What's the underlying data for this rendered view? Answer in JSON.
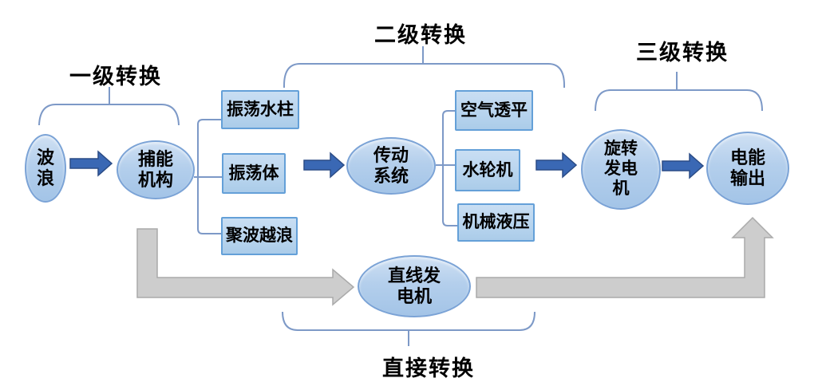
{
  "diagram": {
    "title": "wave-energy-conversion-flowchart",
    "stage_labels": {
      "stage1": "一级转换",
      "stage2": "二级转换",
      "stage3": "三级转换",
      "direct": "直接转换"
    },
    "nodes": {
      "wave": "波\n浪",
      "capture": "捕能\n机构",
      "owc": "振荡水柱",
      "oscillating_body": "振荡体",
      "overtopping": "聚波越浪",
      "transmission": "传动\n系统",
      "air_turbine": "空气透平",
      "water_turbine": "水轮机",
      "mechanical_hydraulic": "机械液压",
      "rotary_generator": "旋转\n发电\n机",
      "power_output": "电能\n输出",
      "linear_generator": "直线发\n电机"
    },
    "colors": {
      "node_fill": "#b4cfec",
      "node_border": "#7ba3d6",
      "rect_border": "#64a0d8",
      "blue_arrow_fill": "#3a68b4",
      "blue_arrow_border": "#2b4c86",
      "gray_arrow_fill": "#cdcdcd",
      "gray_arrow_border": "#aaaaaa",
      "bracket_stroke": "#7d99c7",
      "text": "#000000"
    }
  }
}
